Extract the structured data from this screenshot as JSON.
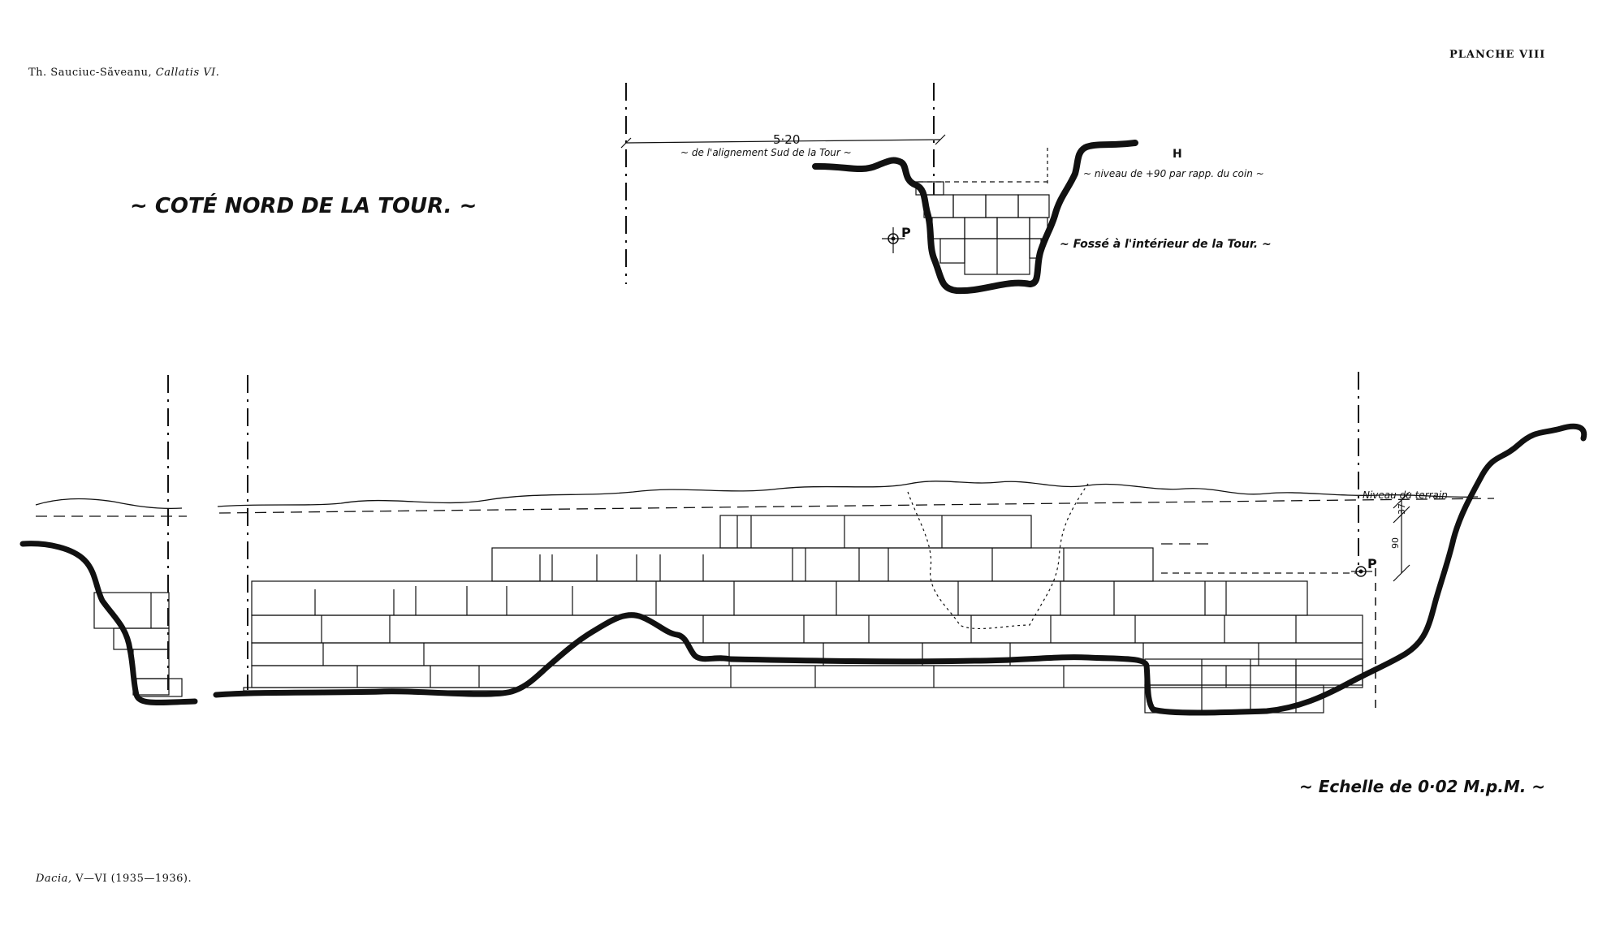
{
  "header": {
    "author": "Th. Sauciuc-Săveanu,",
    "work": "Callatis VI.",
    "plate": "PLANCHE VIII"
  },
  "footer": {
    "journal": "Dacia,",
    "volume": "V—VI (1935—1936)."
  },
  "drawing": {
    "title": "~ COTÉ NORD DE LA TOUR. ~",
    "scale_label": "~ Echelle de 0·02 M.p.M. ~",
    "upper_section": {
      "dimension": "5·20",
      "dimension_note": "~ de l'alignement Sud de la Tour ~",
      "level_note": "~ niveau de +90 par rapp. du coin ~",
      "fosse_label": "~ Fossé à l'intérieur de la Tour. ~",
      "point_label": "P",
      "mark": "H"
    },
    "lower_section": {
      "ground_label": "Niveau du terrain",
      "point_label": "P",
      "dim_small": "37",
      "dim_large": "90"
    }
  },
  "colors": {
    "ink": "#111111",
    "paper": "#ffffff"
  }
}
